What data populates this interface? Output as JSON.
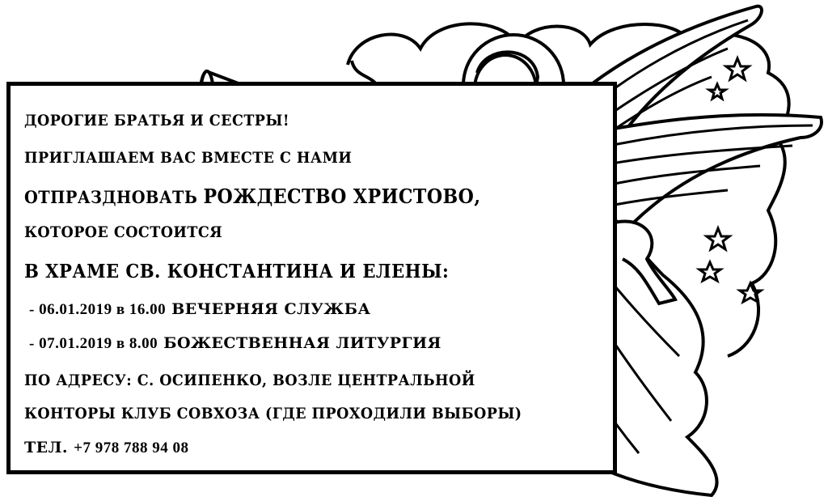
{
  "invitation": {
    "greeting": "Дорогие братья и сестры!",
    "invite_line": "Приглашаем вас вместе с нами",
    "celebrate_prefix": "отпраздновать",
    "celebrate_feast": "Рождество Христово,",
    "occur_line": "которое состоится",
    "church_line": "в храме св. Константина и Елены:",
    "service1_date": "- 06.01.2019 в 16.00",
    "service1_name": "Вечерняя служба",
    "service2_date": "- 07.01.2019 в 8.00",
    "service2_name": "Божественная литургия",
    "address_line1": "по адресу: с. Осипенко, возле центральной",
    "address_line2": "конторы клуб совхоза (где проходили выборы)",
    "phone_label": "Тел.",
    "phone_number": "+7 978 788 94 08"
  },
  "illustration": {
    "subject": "angel-with-trumpet-icon",
    "decorations": [
      "cloud-icon",
      "star-icon"
    ]
  },
  "colors": {
    "ink": "#000000",
    "paper": "#ffffff"
  }
}
